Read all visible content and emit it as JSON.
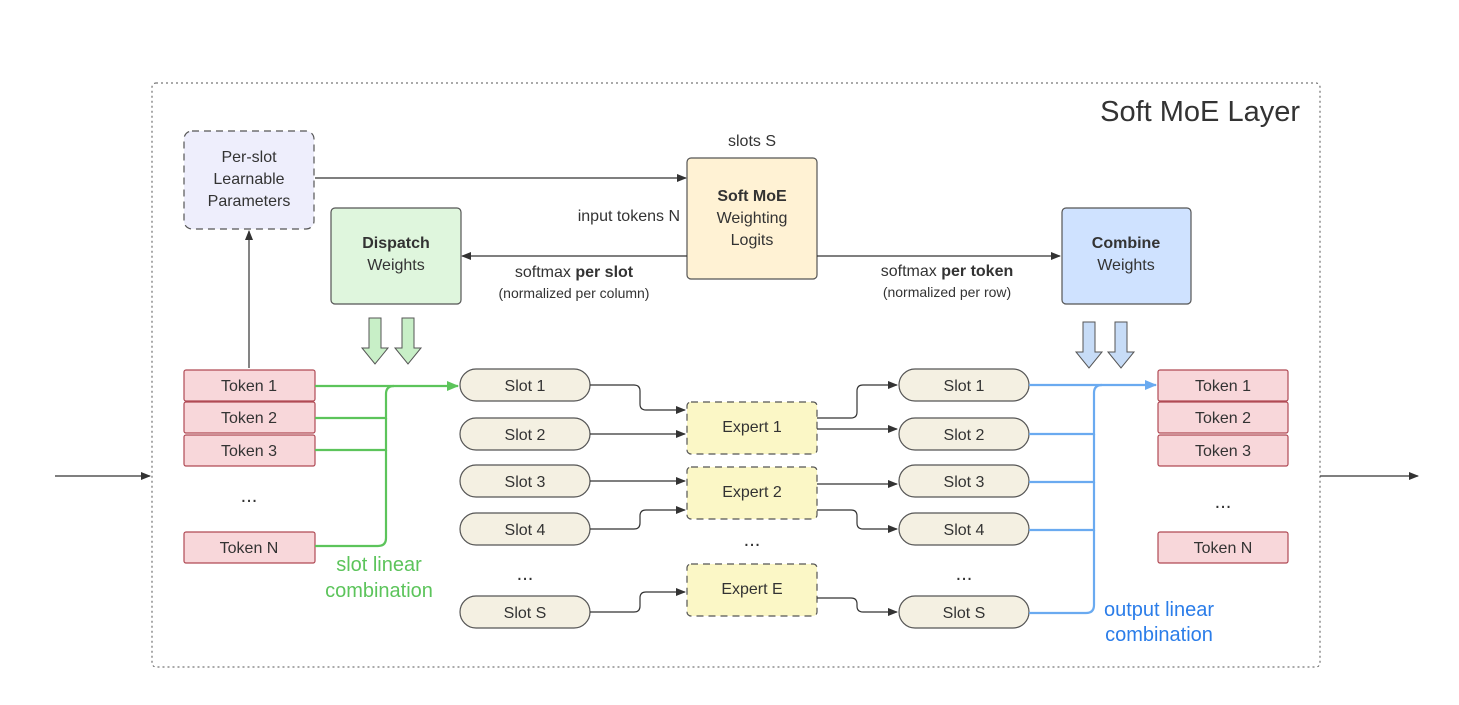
{
  "layer_title": "Soft MoE Layer",
  "per_slot_params": {
    "line1": "Per-slot",
    "line2": "Learnable",
    "line3": "Parameters"
  },
  "logits": {
    "line1": "Soft MoE",
    "line2": "Weighting",
    "line3": "Logits",
    "top_label": "slots S",
    "left_label": "input tokens N"
  },
  "dispatch": {
    "line1": "Dispatch",
    "line2": "Weights",
    "softmax_prefix": "softmax ",
    "softmax_bold": "per slot",
    "note": "(normalized per column)"
  },
  "combine": {
    "line1": "Combine",
    "line2": "Weights",
    "softmax_prefix": "softmax ",
    "softmax_bold": "per token",
    "note": "(normalized per row)"
  },
  "input_tokens": {
    "t1": "Token 1",
    "t2": "Token 2",
    "t3": "Token 3",
    "ellipsis": "...",
    "tn": "Token N"
  },
  "output_tokens": {
    "t1": "Token 1",
    "t2": "Token 2",
    "t3": "Token 3",
    "ellipsis": "...",
    "tn": "Token N"
  },
  "input_slots": {
    "s1": "Slot 1",
    "s2": "Slot 2",
    "s3": "Slot 3",
    "s4": "Slot 4",
    "ellipsis": "...",
    "ss": "Slot S"
  },
  "output_slots": {
    "s1": "Slot 1",
    "s2": "Slot 2",
    "s3": "Slot 3",
    "s4": "Slot 4",
    "ellipsis": "...",
    "ss": "Slot S"
  },
  "experts": {
    "e1": "Expert 1",
    "e2": "Expert 2",
    "ellipsis": "...",
    "ee": "Expert E"
  },
  "slot_combination": {
    "line1": "slot linear",
    "line2": "combination"
  },
  "output_combination": {
    "line1": "output linear",
    "line2": "combination"
  },
  "colors": {
    "token_fill": "#f8d7da",
    "token_stroke": "#c0505a",
    "slot_fill": "#f4f0e2",
    "expert_fill": "#fbf7c6",
    "dispatch_fill": "#dff6dd",
    "combine_fill": "#cfe2ff",
    "logits_fill": "#fff2d4",
    "params_fill": "#eeeefc",
    "green": "#5cc45b",
    "blue": "#6aaaf0"
  }
}
